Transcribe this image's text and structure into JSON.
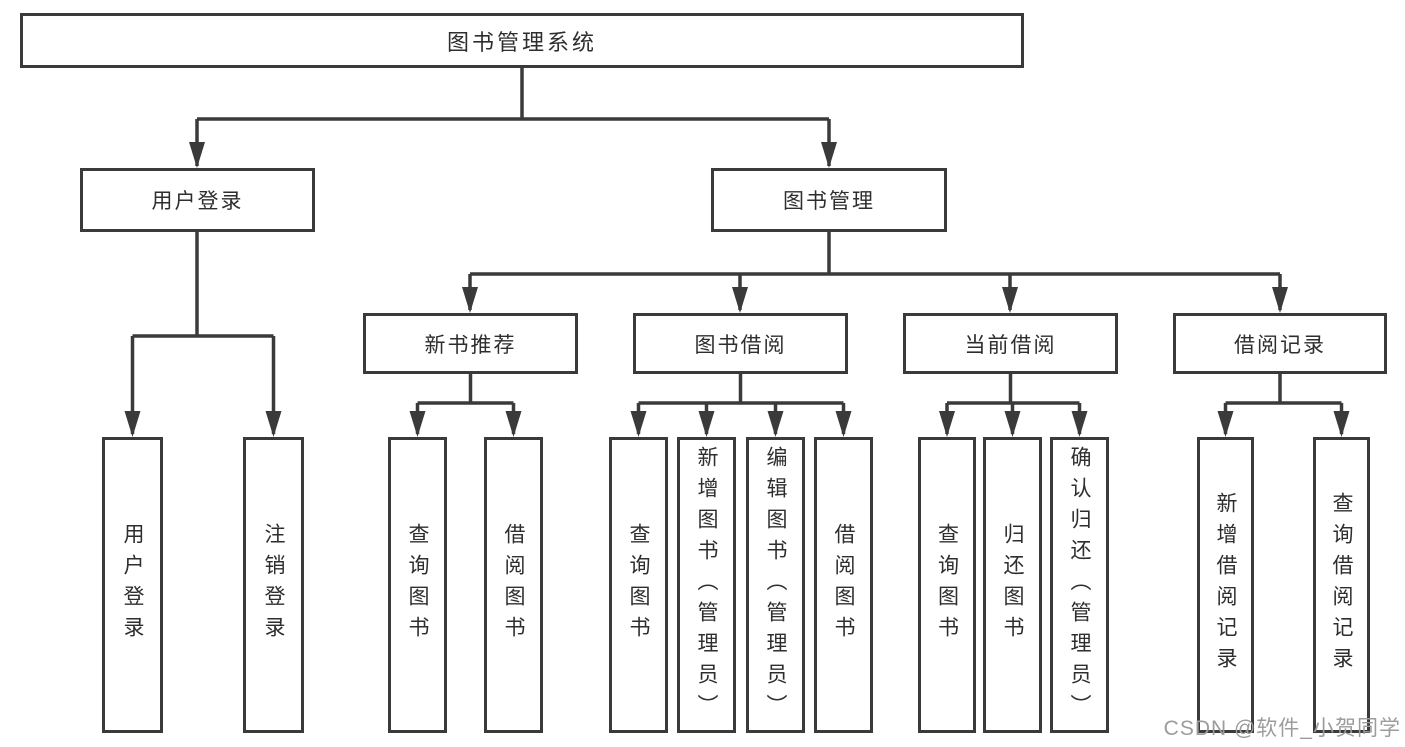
{
  "colors": {
    "line": "#3a3a3a",
    "text": "#2e2e2e",
    "watermark": "#9c9c9c",
    "bg": "#ffffff"
  },
  "tree": {
    "label": "图书管理系统",
    "children": [
      {
        "label": "用户登录",
        "children": [
          {
            "label": "用户登录"
          },
          {
            "label": "注销登录"
          }
        ]
      },
      {
        "label": "图书管理",
        "children": [
          {
            "label": "新书推荐",
            "children": [
              {
                "label": "查询图书"
              },
              {
                "label": "借阅图书"
              }
            ]
          },
          {
            "label": "图书借阅",
            "children": [
              {
                "label": "查询图书"
              },
              {
                "label": "新增图书（管理员）"
              },
              {
                "label": "编辑图书（管理员）"
              },
              {
                "label": "借阅图书"
              }
            ]
          },
          {
            "label": "当前借阅",
            "children": [
              {
                "label": "查询图书"
              },
              {
                "label": "归还图书"
              },
              {
                "label": "确认归还（管理员）"
              }
            ]
          },
          {
            "label": "借阅记录",
            "children": [
              {
                "label": "新增借阅记录"
              },
              {
                "label": "查询借阅记录"
              }
            ]
          }
        ]
      }
    ]
  },
  "watermark": {
    "text": "CSDN @软件_小贺同学"
  }
}
